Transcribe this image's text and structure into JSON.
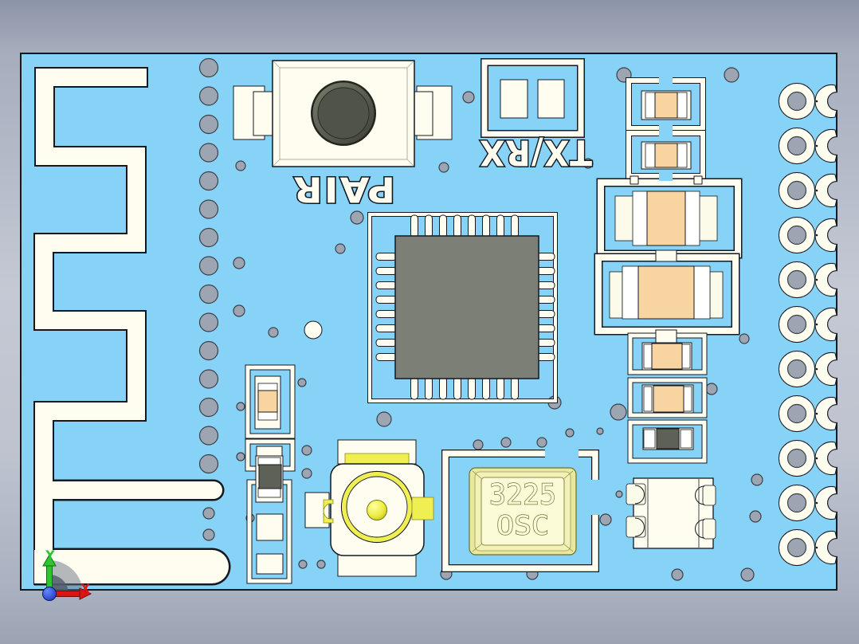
{
  "viewport": {
    "description": "3D CAD preview of a wireless PCB module",
    "background": "gray-gradient"
  },
  "labels": {
    "pair_button": "PAIR",
    "txrx": "TX/RX",
    "oscillator_line1": "3225",
    "oscillator_line2": "OSC",
    "axis_x": "X",
    "axis_y": "Y"
  },
  "colors": {
    "board_blue": "#87D3F8",
    "silkscreen": "#FFFDF0",
    "pad_gray": "#9EA5B2",
    "component_tan": "#F8D5A0",
    "chip_gray": "#7C7F75",
    "accent_yellow": "#EFEF52",
    "resistor_dark": "#5E6156",
    "axis_x_red": "#DD1414",
    "axis_y_green": "#2EC52E",
    "axis_z_blue": "#1D3FD6"
  },
  "counts": {
    "left_via_column": 15,
    "castellated_edge_pads": 11,
    "chip_pins_per_side": 8,
    "led_windows": 2
  }
}
